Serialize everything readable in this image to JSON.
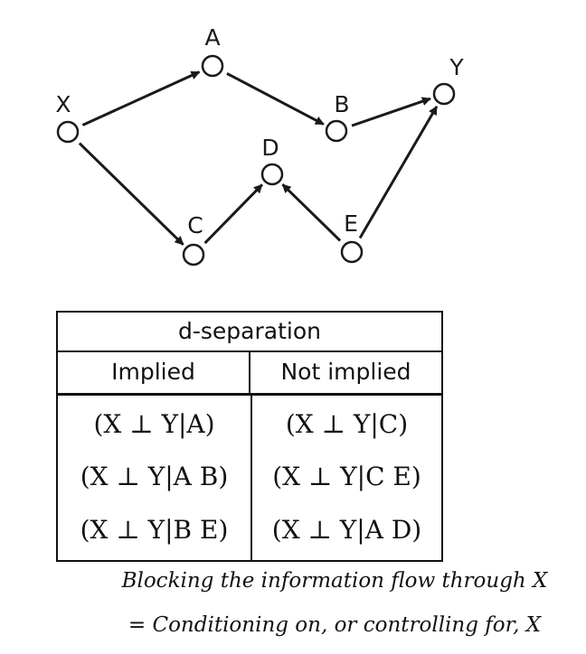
{
  "graph": {
    "nodes": [
      {
        "id": "X",
        "label": "X"
      },
      {
        "id": "A",
        "label": "A"
      },
      {
        "id": "B",
        "label": "B"
      },
      {
        "id": "Y",
        "label": "Y"
      },
      {
        "id": "C",
        "label": "C"
      },
      {
        "id": "D",
        "label": "D"
      },
      {
        "id": "E",
        "label": "E"
      }
    ],
    "edges": [
      {
        "from": "X",
        "to": "A"
      },
      {
        "from": "A",
        "to": "B"
      },
      {
        "from": "B",
        "to": "Y"
      },
      {
        "from": "X",
        "to": "C"
      },
      {
        "from": "C",
        "to": "D"
      },
      {
        "from": "E",
        "to": "D"
      },
      {
        "from": "E",
        "to": "Y"
      }
    ]
  },
  "table": {
    "title": "d-separation",
    "columns": [
      "Implied",
      "Not implied"
    ],
    "implied": [
      "(X ⊥ Y|A)",
      "(X ⊥ Y|A B)",
      "(X ⊥ Y|B E)"
    ],
    "not_implied": [
      "(X ⊥ Y|C)",
      "(X ⊥ Y|C E)",
      "(X ⊥ Y|A D)"
    ]
  },
  "caption": {
    "line1": "Blocking the information flow through X",
    "line2": "= Conditioning on, or controlling for, X"
  }
}
